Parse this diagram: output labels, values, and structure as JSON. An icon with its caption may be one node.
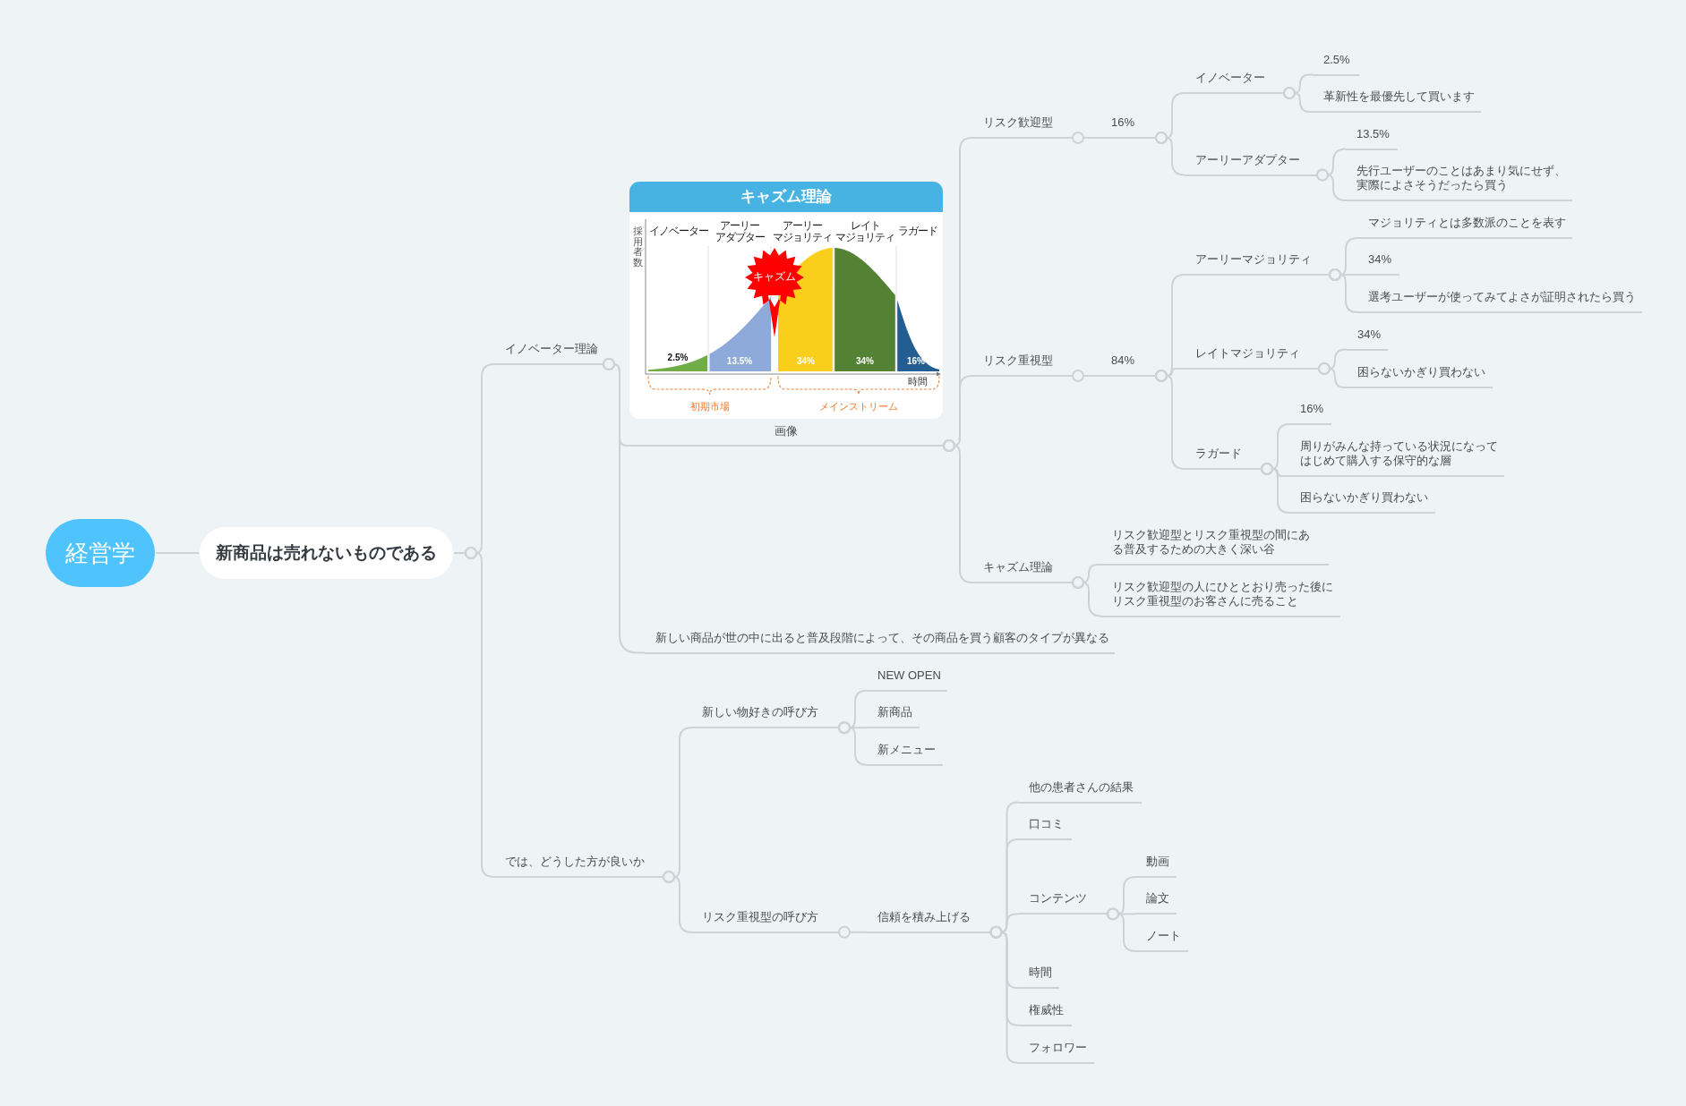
{
  "diagram": {
    "nodes": [
      {
        "text": [
          "経営学"
        ]
      },
      {
        "text": [
          "新商品は売れないものである"
        ]
      },
      {
        "text": [
          "イノベーター理論"
        ]
      },
      {
        "text": [
          "画像"
        ]
      },
      {
        "text": [
          "リスク歓迎型"
        ]
      },
      {
        "text": [
          "16%"
        ]
      },
      {
        "text": [
          "イノベーター"
        ]
      },
      {
        "text": [
          "2.5%"
        ]
      },
      {
        "text": [
          "革新性を最優先して買います"
        ]
      },
      {
        "text": [
          "アーリーアダプター"
        ]
      },
      {
        "text": [
          "13.5%"
        ]
      },
      {
        "text": [
          "先行ユーザーのことはあまり気にせず、実際によさそうだったら買う"
        ]
      },
      {
        "text": [
          "リスク重視型"
        ]
      },
      {
        "text": [
          "84%"
        ]
      },
      {
        "text": [
          "アーリーマジョリティ"
        ]
      },
      {
        "text": [
          "マジョリティとは多数派のことを表す"
        ]
      },
      {
        "text": [
          "34%"
        ]
      },
      {
        "text": [
          "選考ユーザーが使ってみてよさが証明されたら買う"
        ]
      },
      {
        "text": [
          "レイトマジョリティ"
        ]
      },
      {
        "text": [
          "34%"
        ]
      },
      {
        "text": [
          "困らないかぎり買わない"
        ]
      },
      {
        "text": [
          "ラガード"
        ]
      },
      {
        "text": [
          "16%"
        ]
      },
      {
        "text": [
          "周りがみんな持っている状況になってはじめて購入する保守的な層"
        ]
      },
      {
        "text": [
          "困らないかぎり買わない"
        ]
      },
      {
        "text": [
          "キャズム理論"
        ]
      },
      {
        "text": [
          "リスク歓迎型とリスク重視型の間にある普及するための大きく深い谷"
        ]
      },
      {
        "text": [
          "リスク歓迎型の人にひととおり売った後にリスク重視型のお客さんに売ること"
        ]
      },
      {
        "text": [
          "新しい商品が世の中に出ると普及段階によって、その商品を買う顧客のタイプが異なる"
        ]
      },
      {
        "text": [
          "では、どうした方が良いか"
        ]
      },
      {
        "text": [
          "新しい物好きの呼び方"
        ]
      },
      {
        "text": [
          "NEW OPEN"
        ]
      },
      {
        "text": [
          "新商品"
        ]
      },
      {
        "text": [
          "新メニュー"
        ]
      },
      {
        "text": [
          "リスク重視型の呼び方"
        ]
      },
      {
        "text": [
          "信頼を積み上げる"
        ]
      },
      {
        "text": [
          "他の患者さんの結果"
        ]
      },
      {
        "text": [
          "口コミ"
        ]
      },
      {
        "text": [
          "コンテンツ"
        ]
      },
      {
        "text": [
          "動画"
        ]
      },
      {
        "text": [
          "論文"
        ]
      },
      {
        "text": [
          "ノート"
        ]
      },
      {
        "text": [
          "時間"
        ]
      },
      {
        "text": [
          "権威性"
        ]
      },
      {
        "text": [
          "フォロワー"
        ]
      }
    ],
    "edges": [
      {
        "from": 0,
        "to": 1,
        "arrow": "none"
      },
      {
        "from": 1,
        "to": 2,
        "arrow": "none"
      },
      {
        "from": 1,
        "to": 29,
        "arrow": "none"
      },
      {
        "from": 2,
        "to": 3,
        "arrow": "none"
      },
      {
        "from": 2,
        "to": 28,
        "arrow": "none"
      },
      {
        "from": 3,
        "to": 4,
        "arrow": "none"
      },
      {
        "from": 3,
        "to": 12,
        "arrow": "none"
      },
      {
        "from": 3,
        "to": 25,
        "arrow": "none"
      },
      {
        "from": 4,
        "to": 5,
        "arrow": "none"
      },
      {
        "from": 5,
        "to": 6,
        "arrow": "none"
      },
      {
        "from": 5,
        "to": 9,
        "arrow": "none"
      },
      {
        "from": 6,
        "to": 7,
        "arrow": "none"
      },
      {
        "from": 6,
        "to": 8,
        "arrow": "none"
      },
      {
        "from": 9,
        "to": 10,
        "arrow": "none"
      },
      {
        "from": 9,
        "to": 11,
        "arrow": "none"
      },
      {
        "from": 12,
        "to": 13,
        "arrow": "none"
      },
      {
        "from": 13,
        "to": 14,
        "arrow": "none"
      },
      {
        "from": 13,
        "to": 18,
        "arrow": "none"
      },
      {
        "from": 13,
        "to": 21,
        "arrow": "none"
      },
      {
        "from": 14,
        "to": 15,
        "arrow": "none"
      },
      {
        "from": 14,
        "to": 16,
        "arrow": "none"
      },
      {
        "from": 14,
        "to": 17,
        "arrow": "none"
      },
      {
        "from": 18,
        "to": 19,
        "arrow": "none"
      },
      {
        "from": 18,
        "to": 20,
        "arrow": "none"
      },
      {
        "from": 21,
        "to": 22,
        "arrow": "none"
      },
      {
        "from": 21,
        "to": 23,
        "arrow": "none"
      },
      {
        "from": 21,
        "to": 24,
        "arrow": "none"
      },
      {
        "from": 25,
        "to": 26,
        "arrow": "none"
      },
      {
        "from": 25,
        "to": 27,
        "arrow": "none"
      },
      {
        "from": 29,
        "to": 30,
        "arrow": "none"
      },
      {
        "from": 29,
        "to": 34,
        "arrow": "none"
      },
      {
        "from": 30,
        "to": 31,
        "arrow": "none"
      },
      {
        "from": 30,
        "to": 32,
        "arrow": "none"
      },
      {
        "from": 30,
        "to": 33,
        "arrow": "none"
      },
      {
        "from": 34,
        "to": 35,
        "arrow": "none"
      },
      {
        "from": 35,
        "to": 36,
        "arrow": "none"
      },
      {
        "from": 35,
        "to": 37,
        "arrow": "none"
      },
      {
        "from": 35,
        "to": 38,
        "arrow": "none"
      },
      {
        "from": 35,
        "to": 42,
        "arrow": "none"
      },
      {
        "from": 35,
        "to": 43,
        "arrow": "none"
      },
      {
        "from": 35,
        "to": 44,
        "arrow": "none"
      },
      {
        "from": 38,
        "to": 39,
        "arrow": "none"
      },
      {
        "from": 38,
        "to": 40,
        "arrow": "none"
      },
      {
        "from": 38,
        "to": 41,
        "arrow": "none"
      }
    ],
    "labels": [
      "キャズム理論",
      "採用者数",
      "イノベーター",
      "アーリーアダプター",
      "アーリーマジョリティ",
      "レイトマジョリティ",
      "ラガード",
      "キャズム",
      "2.5%",
      "13.5%",
      "34%",
      "34%",
      "16%",
      "時間",
      "初期市場",
      "メインストリーム"
    ]
  }
}
